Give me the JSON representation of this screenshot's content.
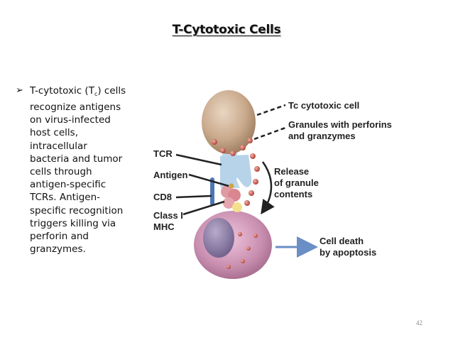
{
  "slide": {
    "title": "T-Cytotoxic Cells",
    "bullet": {
      "marker": "➢",
      "head_pre": "T-cytotoxic (T",
      "head_sub": "c",
      "head_post": ") cells",
      "lines": [
        "recognize antigens",
        "on virus-infected",
        "host cells,",
        "intracellular",
        "bacteria  and tumor",
        "cells through",
        "antigen-specific",
        "TCRs. Antigen-",
        "specific recognition",
        "triggers killing via",
        "perforin and",
        "granzymes."
      ]
    },
    "diagram": {
      "labels": {
        "tc_cell": "Tc cytotoxic cell",
        "granules_1": "Granules with perforins",
        "granules_2": "and granzymes",
        "tcr": "TCR",
        "antigen": "Antigen",
        "cd8": "CD8",
        "class1": "Class I",
        "mhc": "MHC",
        "release_1": "Release",
        "release_2": "of granule",
        "release_3": "contents",
        "death_1": "Cell death",
        "death_2": "by apoptosis"
      },
      "colors": {
        "tc_cell": "#c9a98b",
        "target_cell": "#c98fb0",
        "nucleus": "#8f7fa8",
        "granule": "#c0504d",
        "receptor": "#b7d3ea",
        "arrow": "#6a8fc4"
      }
    },
    "page_number": "42"
  }
}
